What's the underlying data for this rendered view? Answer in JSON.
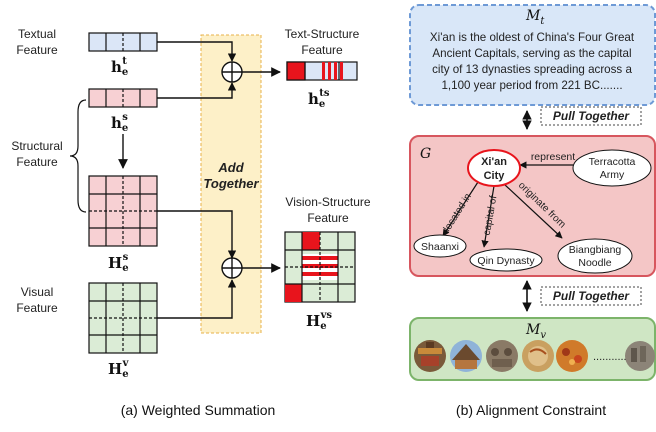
{
  "left": {
    "textual_label_line1": "Textual",
    "textual_label_line2": "Feature",
    "structural_label_line1": "Structural",
    "structural_label_line2": "Feature",
    "visual_label_line1": "Visual",
    "visual_label_line2": "Feature",
    "add_line1": "Add",
    "add_line2": "Together",
    "ts_title_line1": "Text-Structure",
    "ts_title_line2": "Feature",
    "vs_title_line1": "Vision-Structure",
    "vs_title_line2": "Feature",
    "h_t": {
      "base": "h",
      "sub": "e",
      "sup": "t"
    },
    "h_s": {
      "base": "h",
      "sub": "e",
      "sup": "s"
    },
    "H_s": {
      "base": "H",
      "sub": "e",
      "sup": "s"
    },
    "H_v": {
      "base": "H",
      "sub": "e",
      "sup": "v"
    },
    "h_ts": {
      "base": "h",
      "sub": "e",
      "sup": "ts"
    },
    "H_vs": {
      "base": "H",
      "sub": "e",
      "sup": "vs"
    },
    "caption": "(a) Weighted Summation"
  },
  "right": {
    "mt_label": "M",
    "mt_sub": "t",
    "text_lines": [
      "Xi'an is the oldest of China's Four Great",
      "Ancient Capitals, serving as the capital",
      "city of 13 dynasties spreading across a",
      "1,100 year period from 221 BC......."
    ],
    "pull_together_1": "Pull Together",
    "pull_together_2": "Pull Together",
    "g_label": "G",
    "nodes": {
      "center_line1": "Xi'an",
      "center_line2": "City",
      "terracotta_line1": "Terracotta",
      "terracotta_line2": "Army",
      "shaanxi": "Shaanxi",
      "qin": "Qin Dynasty",
      "biangbiang_line1": "Biangbiang",
      "biangbiang_line2": "Noodle"
    },
    "edges": {
      "represent": "represent",
      "located_in": "located in",
      "capital_of": "capital of",
      "originate_from": "originate from"
    },
    "mv_label": "M",
    "mv_sub": "v",
    "ellipsis": "...........",
    "caption": "(b) Alignment Constraint"
  },
  "colors": {
    "blue_cell": "#dbe6f7",
    "pink_cell": "#f7d0d3",
    "green_cell": "#dbecd6",
    "red_accent": "#e8141c",
    "add_box": "#fdf0c8",
    "add_box_border": "#e7b24a",
    "top_panel": "#d9e7f8",
    "top_border": "#6e9ad6",
    "mid_panel": "#f4c6c6",
    "mid_border": "#d7565e",
    "bot_panel": "#cfe6c4",
    "bot_border": "#7cb46a"
  }
}
